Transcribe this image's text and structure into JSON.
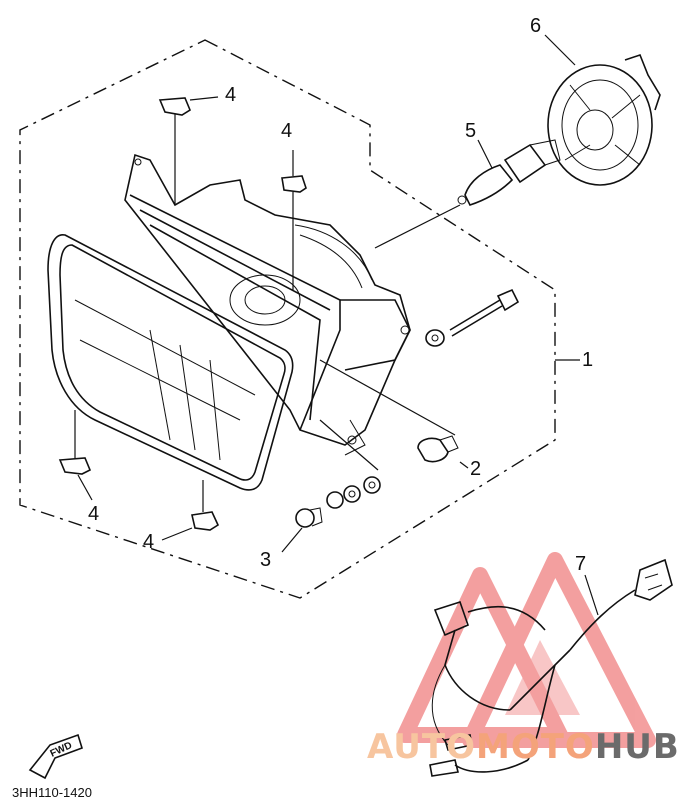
{
  "callouts": {
    "c1": "1",
    "c2": "2",
    "c3": "3",
    "c4a": "4",
    "c4b": "4",
    "c4c": "4",
    "c4d": "4",
    "c5": "5",
    "c6": "6",
    "c7": "7"
  },
  "drawing_code": "3HH110-1420",
  "fwd_label": "FWD",
  "watermark": {
    "part1": "AUTO",
    "part2": "MOTO",
    "part3": "HUB",
    "color_auto": "#f7c59f",
    "color_moto": "#f4a37a",
    "color_hub": "#6b6b6b",
    "triangle_color": "#f08080"
  }
}
